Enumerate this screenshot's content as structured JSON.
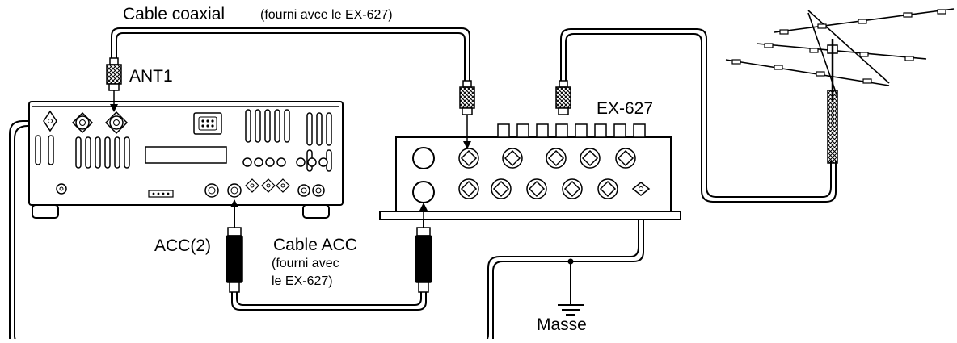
{
  "labels": {
    "coax_cable": "Cable coaxial",
    "coax_note": "(fourni avce le EX-627)",
    "ant1": "ANT1",
    "ex627": "EX-627",
    "acc2": "ACC(2)",
    "acc_cable": "Cable ACC",
    "acc_note_line1": "(fourni avec",
    "acc_note_line2": "le EX-627)",
    "ground": "Masse"
  }
}
